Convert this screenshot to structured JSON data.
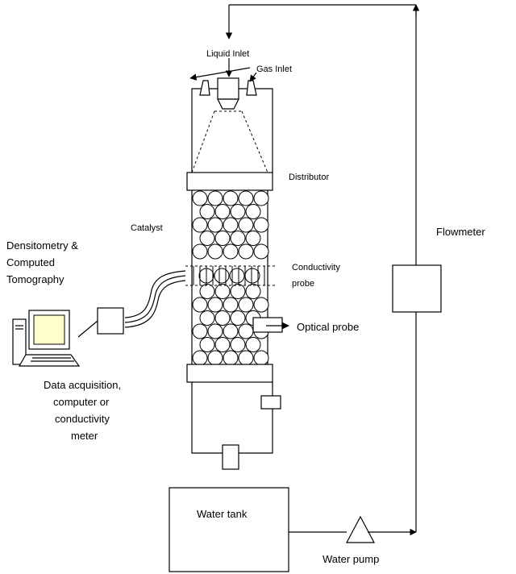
{
  "labels": {
    "liquid_inlet": "Liquid Inlet",
    "gas_inlet": "Gas Inlet",
    "distributor": "Distributor",
    "catalyst": "Catalyst",
    "flowmeter": "Flowmeter",
    "densitometry": [
      "Densitometry &",
      "Computed",
      "Tomography"
    ],
    "conductivity_probe": [
      "Conductivity",
      "probe"
    ],
    "optical_probe": "Optical probe",
    "data_acquisition": [
      "Data acquisition,",
      "computer or",
      "conductivity",
      "meter"
    ],
    "water_tank": "Water tank",
    "water_pump": "Water pump"
  },
  "icons": {
    "computer": "computer-icon",
    "pump": "triangle-pump-icon",
    "flowmeter": "flowmeter-box-icon"
  },
  "colors": {
    "line": "#000000",
    "background": "#ffffff"
  }
}
